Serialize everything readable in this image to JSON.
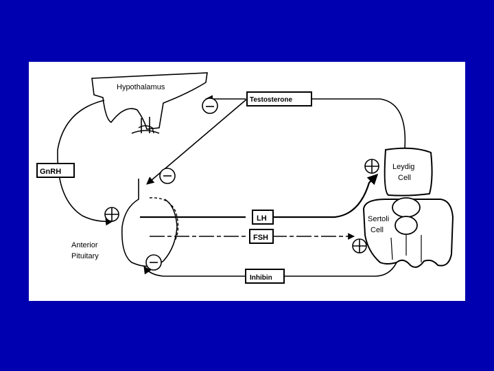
{
  "slide": {
    "background": "#0000b0",
    "panel_background": "#ffffff",
    "ink": "#000000"
  },
  "diagram": {
    "labels": {
      "hypothalamus": "Hypothalamus",
      "testosterone": "Testosterone",
      "gnrh": "GnRH",
      "leydig_line1": "Leydig",
      "leydig_line2": "Cell",
      "lh": "LH",
      "fsh": "FSH",
      "sertoli_line1": "Sertoli",
      "sertoli_line2": "Cell",
      "anterior_pituitary_line1": "Anterior",
      "anterior_pituitary_line2": "Pituitary",
      "inhibin": "Inhibin"
    },
    "signs": {
      "gnrh_to_pituitary": "stimulatory",
      "lh_to_leydig": "stimulatory",
      "fsh_to_sertoli": "stimulatory",
      "testosterone_to_hypothalamus": "inhibitory",
      "testosterone_to_pituitary": "inhibitory",
      "inhibin_to_pituitary": "inhibitory"
    }
  }
}
